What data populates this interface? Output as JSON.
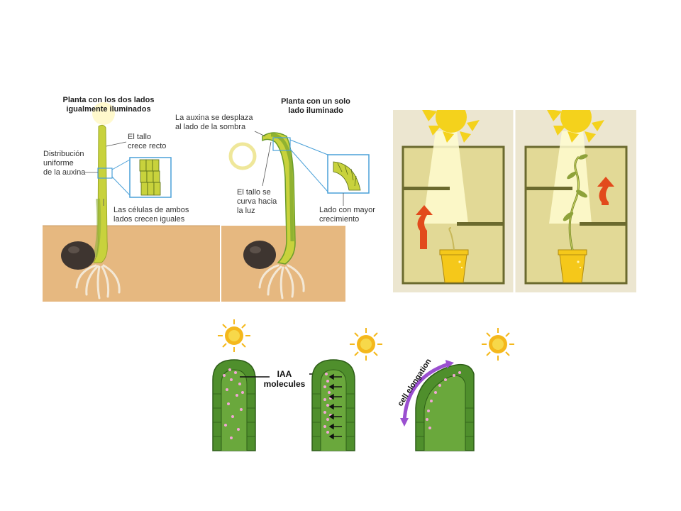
{
  "top_left": {
    "panel1": {
      "title_line1": "Planta con los dos lados",
      "title_line2": "igualmente iluminados",
      "dist_line1": "Distribución",
      "dist_line2": "uniforme",
      "dist_line3": "de la auxina",
      "stem_line1": "El tallo",
      "stem_line2": "crece recto",
      "cells_line1": "Las células de ambos",
      "cells_line2": "lados crecen iguales"
    },
    "panel2": {
      "title_line1": "Planta con un solo",
      "title_line2": "lado iluminado",
      "auxin_line1": "La auxina se desplaza",
      "auxin_line2": "al lado de la sombra",
      "curve_line1": "El tallo se",
      "curve_line2": "curva hacia",
      "curve_line3": "la luz",
      "growth_line1": "Lado con mayor",
      "growth_line2": "crecimiento"
    }
  },
  "bottom": {
    "iaa_line1": "IAA",
    "iaa_line2": "molecules",
    "elongation": "cell elongation"
  },
  "colors": {
    "soil": "#e6b880",
    "stem_yellow": "#c8d23c",
    "stem_green": "#6b9c2a",
    "sun": "#f4d21c",
    "box_bg": "#e2d996",
    "box_wall": "#6b6a2e",
    "arrow": "#e24a1c",
    "shoot_green": "#4f8f2c",
    "iaa_pink": "#f2a6d6",
    "elongation_arrow": "#9a4fd0"
  }
}
